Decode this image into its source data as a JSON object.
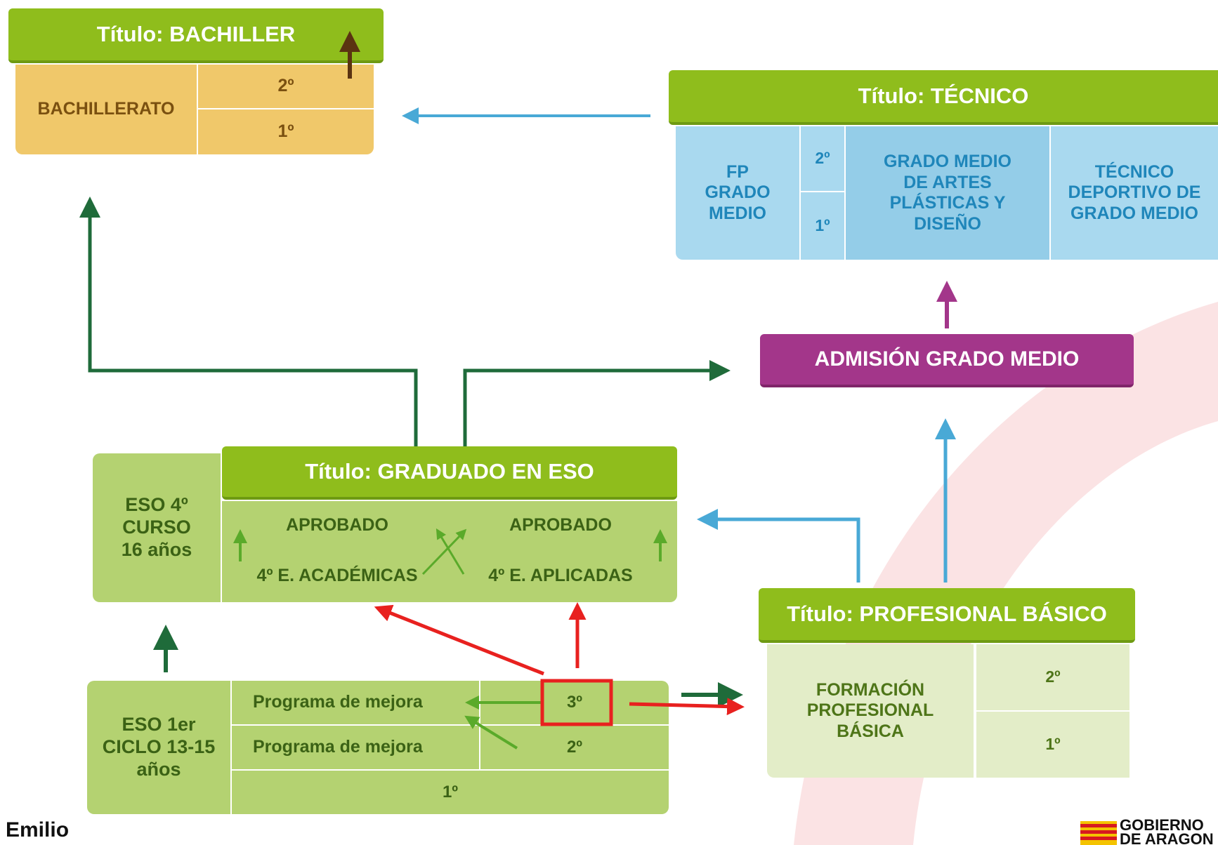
{
  "bachiller": {
    "title": "Título: BACHILLER",
    "program": "BACHILLERATO",
    "year2": "2º",
    "year1": "1º"
  },
  "tecnico": {
    "title": "Título: TÉCNICO",
    "fp": "FP GRADO MEDIO",
    "year2": "2º",
    "year1": "1º",
    "artes": "GRADO MEDIO DE ARTES PLÁSTICAS Y DISEÑO",
    "deportivo": "TÉCNICO DEPORTIVO DE GRADO MEDIO"
  },
  "admision": {
    "label": "ADMISIÓN GRADO MEDIO"
  },
  "graduado": {
    "title": "Título: GRADUADO EN ESO",
    "eso4": "ESO 4º CURSO 16 años",
    "aprobado_left": "APROBADO",
    "aprobado_right": "APROBADO",
    "academicas": "4º E. ACADÉMICAS",
    "aplicadas": "4º E. APLICADAS"
  },
  "profesional": {
    "title": "Título: PROFESIONAL BÁSICO",
    "program": "FORMACIÓN PROFESIONAL BÁSICA",
    "year2": "2º",
    "year1": "1º"
  },
  "eso1": {
    "label": "ESO 1er CICLO 13-15 años",
    "programa3": "Programa de mejora",
    "programa2": "Programa de mejora",
    "year3": "3º",
    "year2": "2º",
    "year1": "1º"
  },
  "footer": {
    "author": "Emilio",
    "logo_text": "GOBIERNO DE ARAGON"
  },
  "colors": {
    "green_header": "#8fbd1c",
    "dark_green_arrow": "#1f6b3a",
    "blue_arrow": "#49a9d6",
    "magenta": "#a3368a",
    "red_annotation": "#e8211f",
    "watermark": "#fbe3e4"
  }
}
